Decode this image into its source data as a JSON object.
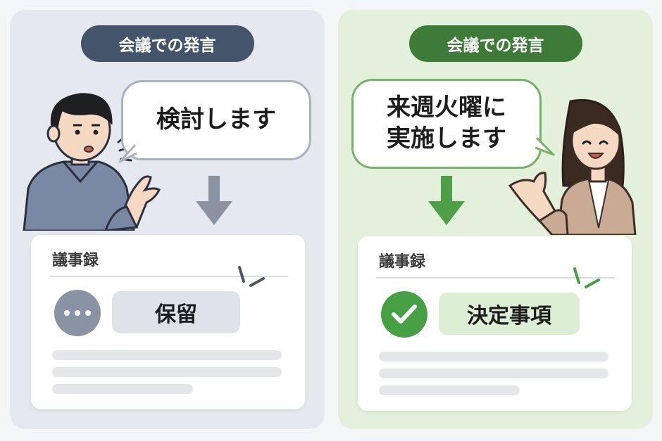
{
  "left": {
    "badge": "会議での発言",
    "speech": [
      "検討します"
    ],
    "card": {
      "title": "議事録",
      "status": "保留",
      "status_icon": "more-dots-icon"
    },
    "accent": "#44546a"
  },
  "right": {
    "badge": "会議での発言",
    "speech": [
      "来週火曜に",
      "実施します"
    ],
    "card": {
      "title": "議事録",
      "status": "決定事項",
      "status_icon": "check-icon"
    },
    "accent": "#3e7b38"
  }
}
